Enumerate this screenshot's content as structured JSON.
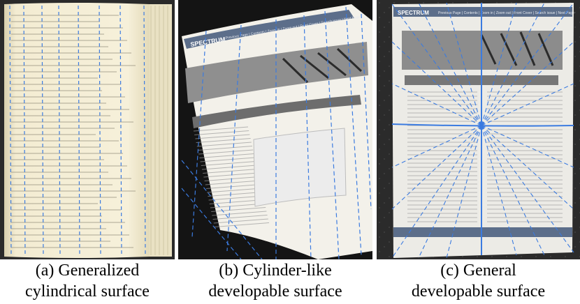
{
  "figure": {
    "panels": [
      {
        "id": "a",
        "caption_line1": "(a)   Generalized",
        "caption_line2": "cylindrical surface"
      },
      {
        "id": "b",
        "caption_line1": "(b) Cylinder-like",
        "caption_line2": "developable surface"
      },
      {
        "id": "c",
        "caption_line1": "(c) General",
        "caption_line2": "developable surface"
      }
    ],
    "colors": {
      "ruling_line": "#3b7be0",
      "background_dark": "#1b1b1b",
      "page_paper": "#f3efdc",
      "book_page": "#f5f0dc",
      "spectrum_bar": "#5c6e8a"
    },
    "page_b": {
      "logo": "SPECTRUM",
      "nav_text": "Previous Page | Contents | Zoom in | Zoom out | Front Cover | Search issue | Next Page"
    },
    "page_c": {
      "logo": "SPECTRUM",
      "nav_text": "Previous Page | Contents | Zoom in | Zoom out | Front Cover | Search issue | Next Page"
    }
  }
}
